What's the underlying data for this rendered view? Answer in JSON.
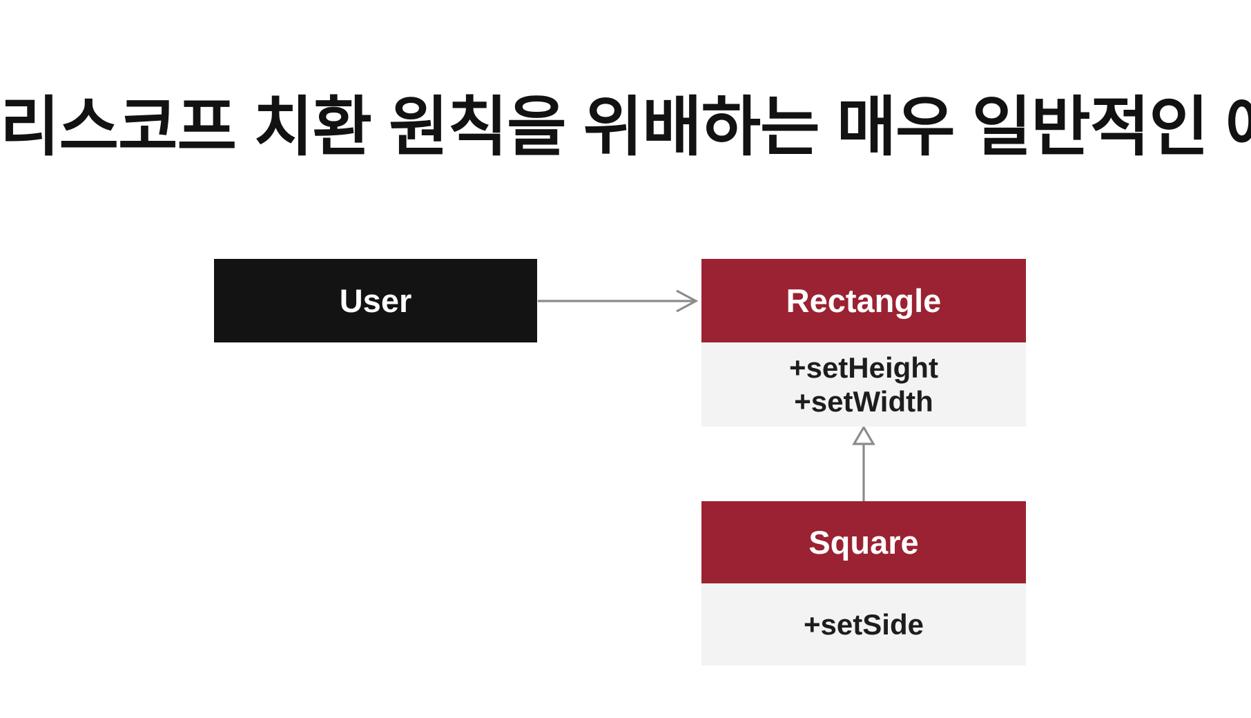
{
  "title": "리스코프 치환 원칙을 위배하는 매우 일반적인 예",
  "colors": {
    "background": "#ffffff",
    "title_text": "#121212",
    "box_black": "#131313",
    "accent_red": "#9b2232",
    "body_gray": "#f3f3f3",
    "method_text": "#1d1d1d",
    "header_text": "#ffffff",
    "arrow_gray": "#8b8b8b"
  },
  "diagram": {
    "user": {
      "name": "User"
    },
    "rectangle": {
      "name": "Rectangle",
      "methods": [
        "+setHeight",
        "+setWidth"
      ]
    },
    "square": {
      "name": "Square",
      "methods": [
        "+setSide"
      ]
    },
    "relationships": [
      {
        "type": "association",
        "from": "User",
        "to": "Rectangle",
        "head": "open-arrow"
      },
      {
        "type": "generalization",
        "from": "Square",
        "to": "Rectangle",
        "head": "hollow-triangle"
      }
    ]
  }
}
